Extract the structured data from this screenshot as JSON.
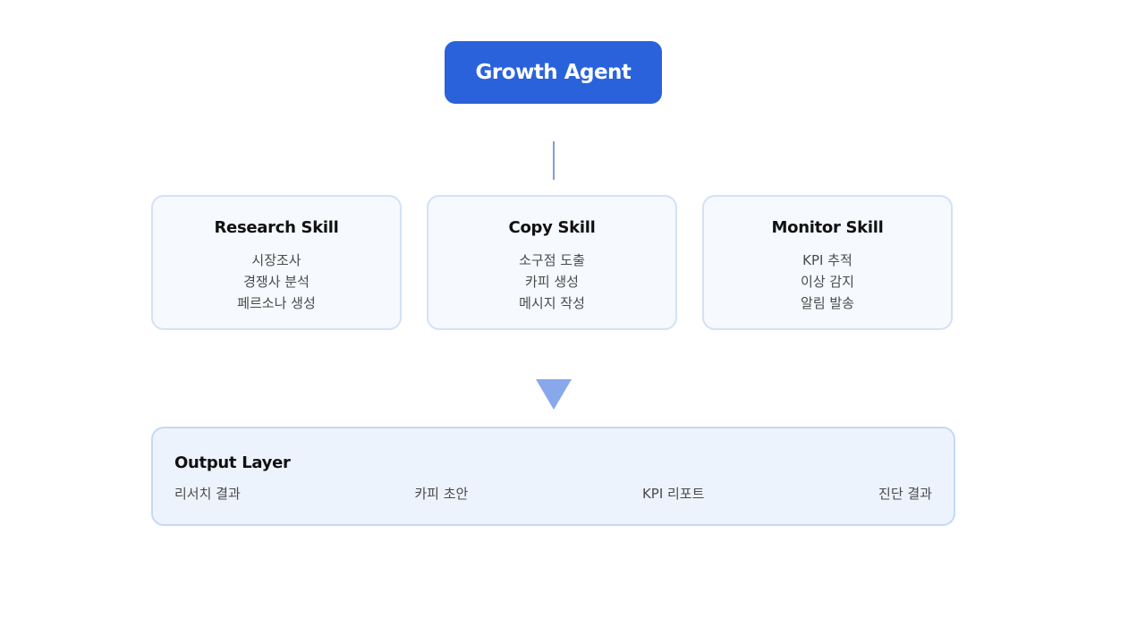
{
  "agent": {
    "label": "Growth Agent",
    "color": "#2962db"
  },
  "skills": [
    {
      "title": "Research Skill",
      "items": [
        "시장조사",
        "경쟁사 분석",
        "페르소나 생성"
      ]
    },
    {
      "title": "Copy Skill",
      "items": [
        "소구점 도출",
        "카피 생성",
        "메시지 작성"
      ]
    },
    {
      "title": "Monitor Skill",
      "items": [
        "KPI 추적",
        "이상 감지",
        "알림 발송"
      ]
    }
  ],
  "output": {
    "title": "Output Layer",
    "items": [
      "리서치 결과",
      "카피 초안",
      "KPI 리포트",
      "진단 결과"
    ]
  },
  "colors": {
    "accent": "#2962db",
    "arrow": "#89a8ec",
    "connector": "#7f9fd9",
    "card_background": "#f6f9fe",
    "card_border": "#d3e1f8",
    "output_background": "#edf3fd"
  }
}
